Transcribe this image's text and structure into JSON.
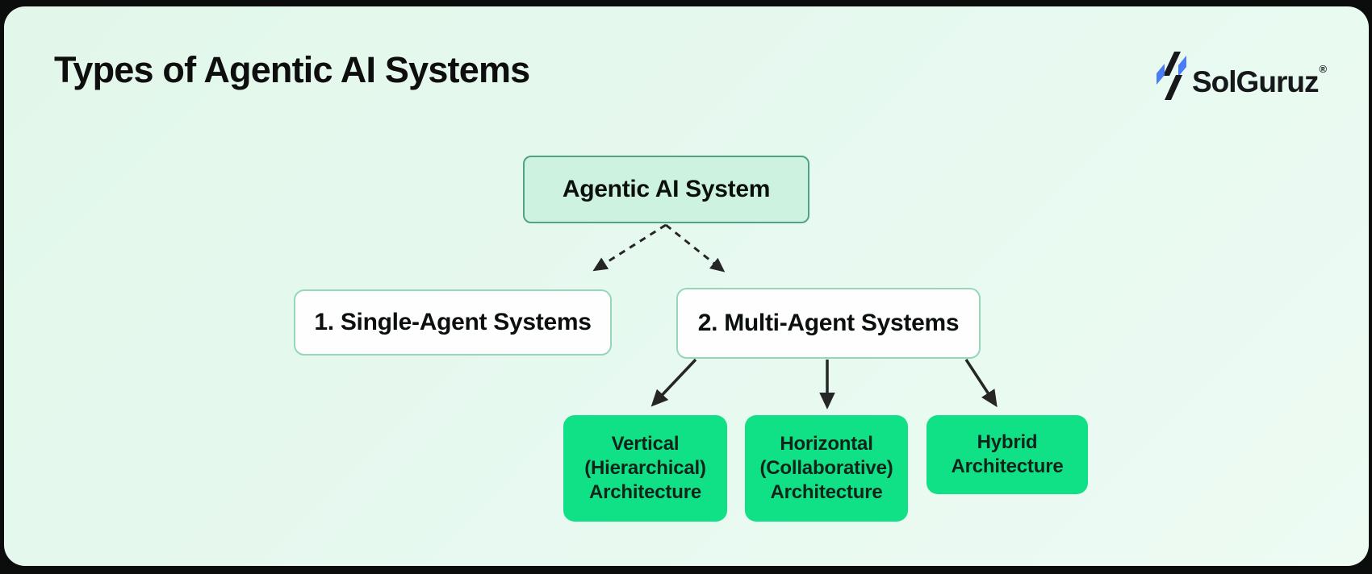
{
  "page": {
    "title": "Types of Agentic AI Systems"
  },
  "brand": {
    "name": "SolGuruz",
    "registered_mark": "®",
    "logo_icon": "solguruz-bolt-icon",
    "logo_blue": "#4a7cf3",
    "logo_black": "#16181c"
  },
  "diagram": {
    "root": {
      "id": "agentic-ai-system",
      "label": "Agentic AI System"
    },
    "children": [
      {
        "id": "single-agent-systems",
        "label": "1. Single-Agent Systems"
      },
      {
        "id": "multi-agent-systems",
        "label": "2. Multi-Agent Systems"
      }
    ],
    "architectures": [
      {
        "id": "vertical-architecture",
        "label": "Vertical\n(Hierarchical)\nArchitecture"
      },
      {
        "id": "horizontal-architecture",
        "label": "Horizontal\n(Collaborative)\nArchitecture"
      },
      {
        "id": "hybrid-architecture",
        "label": "Hybrid\nArchitecture"
      }
    ],
    "edges": [
      {
        "from": "agentic-ai-system",
        "to": "single-agent-systems",
        "style": "dashed"
      },
      {
        "from": "agentic-ai-system",
        "to": "multi-agent-systems",
        "style": "dashed"
      },
      {
        "from": "multi-agent-systems",
        "to": "vertical-architecture",
        "style": "solid"
      },
      {
        "from": "multi-agent-systems",
        "to": "horizontal-architecture",
        "style": "solid"
      },
      {
        "from": "multi-agent-systems",
        "to": "hybrid-architecture",
        "style": "solid"
      }
    ]
  },
  "colors": {
    "frame": "#0b0c0c",
    "panel_background": "#e6f8ee",
    "root_fill": "#cdf3e0",
    "root_border": "#50a385",
    "level1_fill": "#fdfefd",
    "level1_border": "#96d7b9",
    "architecture_fill": "#11e186",
    "arrow": "#262626",
    "text": "#0d0e0d"
  }
}
